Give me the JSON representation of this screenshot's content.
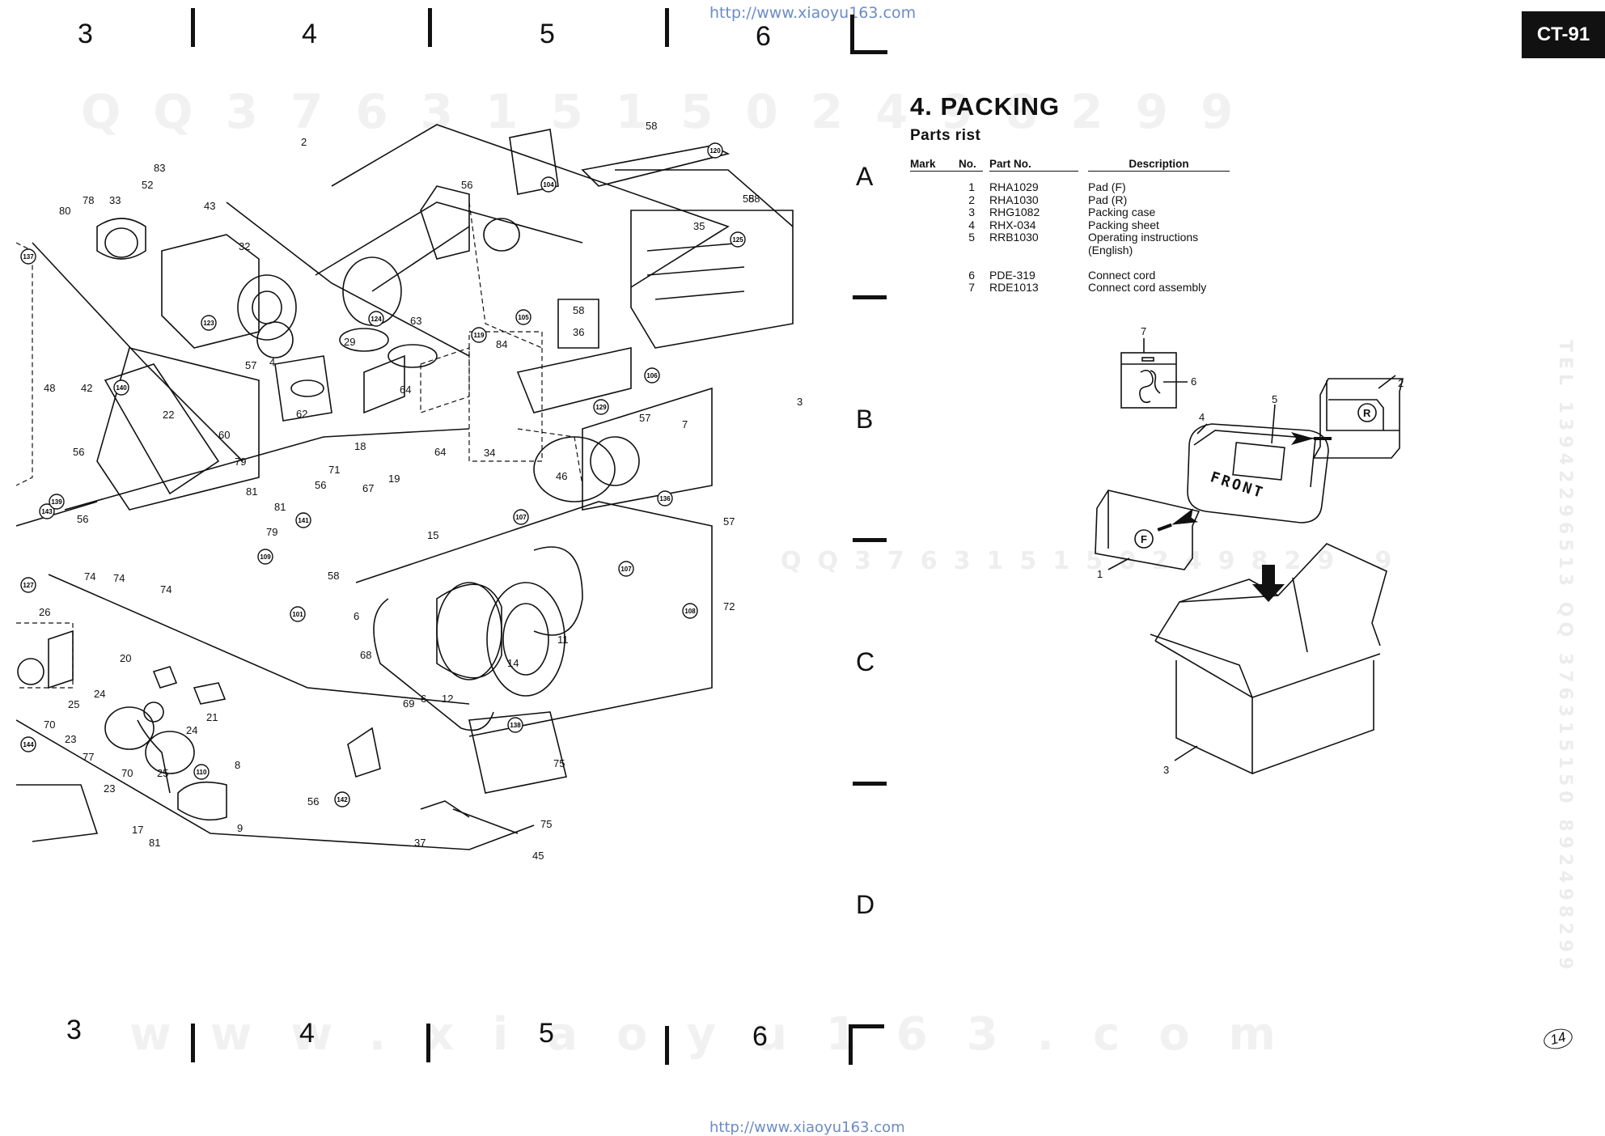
{
  "header": {
    "top_url": "http://www.xiaoyu163.com",
    "model_badge": "CT-91",
    "column_numbers": [
      "3",
      "4",
      "5",
      "6"
    ]
  },
  "footer": {
    "bottom_url": "http://www.xiaoyu163.com",
    "column_numbers": [
      "3",
      "4",
      "5",
      "6"
    ],
    "page_number": "14"
  },
  "row_letters": [
    "A",
    "B",
    "C",
    "D"
  ],
  "watermarks": {
    "top": "QQ3763151502498299",
    "middle": "QQ376315150249829 9",
    "bottom": "www.xiaoyu163.com",
    "side": "TEL 13942296513 QQ 376315150 892498299"
  },
  "section": {
    "title": "4.  PACKING",
    "subtitle": "Parts rist"
  },
  "parts_table": {
    "headers": [
      "Mark",
      "No.",
      "Part No.",
      "Description"
    ],
    "rows": [
      {
        "mark": "",
        "no": "1",
        "part_no": "RHA1029",
        "description": "Pad (F)"
      },
      {
        "mark": "",
        "no": "2",
        "part_no": "RHA1030",
        "description": "Pad (R)"
      },
      {
        "mark": "",
        "no": "3",
        "part_no": "RHG1082",
        "description": "Packing case"
      },
      {
        "mark": "",
        "no": "4",
        "part_no": "RHX-034",
        "description": "Packing sheet"
      },
      {
        "mark": "",
        "no": "5",
        "part_no": "RRB1030",
        "description": "Operating instructions"
      },
      {
        "mark": "",
        "no": "",
        "part_no": "",
        "description": "(English)"
      },
      {
        "mark": "",
        "no": "",
        "part_no": "",
        "description": ""
      },
      {
        "mark": "",
        "no": "6",
        "part_no": "PDE-319",
        "description": "Connect cord"
      },
      {
        "mark": "",
        "no": "7",
        "part_no": "RDE1013",
        "description": "Connect cord assembly"
      }
    ]
  },
  "packing_diagram": {
    "callouts": [
      "7",
      "6",
      "2",
      "5",
      "4",
      "1",
      "3"
    ],
    "front_label": "FRONT",
    "pad_front_mark": "F",
    "pad_rear_mark": "R"
  },
  "exploded_view": {
    "callouts": [
      "2",
      "58",
      "56",
      "58",
      "83",
      "52",
      "43",
      "78",
      "33",
      "80",
      "32",
      "29",
      "63",
      "84",
      "36",
      "58",
      "35",
      "58",
      "4",
      "57",
      "62",
      "60",
      "22",
      "48",
      "42",
      "64",
      "18",
      "71",
      "19",
      "67",
      "64",
      "7",
      "3",
      "34",
      "46",
      "57",
      "56",
      "56",
      "79",
      "81",
      "81",
      "79",
      "74",
      "74",
      "74",
      "56",
      "58",
      "15",
      "6",
      "68",
      "14",
      "11",
      "72",
      "57",
      "26",
      "24",
      "20",
      "25",
      "21",
      "24",
      "25",
      "70",
      "23",
      "77",
      "70",
      "23",
      "8",
      "9",
      "17",
      "81",
      "56",
      "37",
      "75",
      "75",
      "45",
      "12",
      "69",
      "6"
    ],
    "circled_callouts": [
      "137",
      "120",
      "104",
      "125",
      "123",
      "124",
      "119",
      "105",
      "106",
      "136",
      "140",
      "143",
      "141",
      "109",
      "101",
      "129",
      "107",
      "107",
      "108",
      "127",
      "110",
      "142",
      "138",
      "144",
      "139"
    ]
  }
}
